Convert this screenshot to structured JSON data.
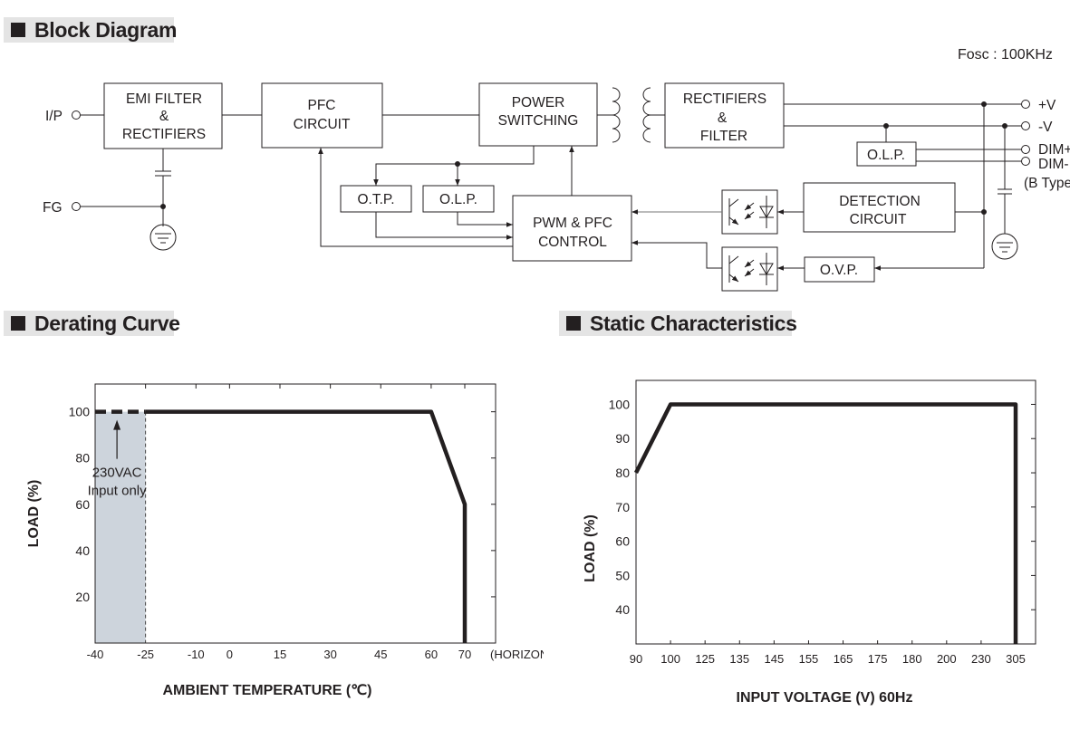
{
  "sections": {
    "block_diagram": "Block Diagram",
    "derating_curve": "Derating Curve",
    "static_characteristics": "Static Characteristics"
  },
  "block_diagram": {
    "fosc": "Fosc : 100KHz",
    "terminals": {
      "ip": "I/P",
      "fg": "FG",
      "vplus": "+V",
      "vminus": "-V",
      "dimplus": "DIM+",
      "dimminus": "DIM-",
      "btype": "(B Type)"
    },
    "blocks": {
      "emi": [
        "EMI FILTER",
        "&",
        "RECTIFIERS"
      ],
      "pfc": [
        "PFC",
        "CIRCUIT"
      ],
      "power": [
        "POWER",
        "SWITCHING"
      ],
      "rect": [
        "RECTIFIERS",
        "&",
        "FILTER"
      ],
      "otp": "O.T.P.",
      "olp_left": "O.L.P.",
      "pwm": [
        "PWM & PFC",
        "CONTROL"
      ],
      "olp_right": "O.L.P.",
      "detection": [
        "DETECTION",
        "CIRCUIT"
      ],
      "ovp": "O.V.P."
    }
  },
  "chart_data": [
    {
      "type": "line",
      "ylabel": "LOAD (%)",
      "xlabel": "AMBIENT TEMPERATURE (℃)",
      "x_axis_note": "(HORIZONTAL)",
      "x_ticks": [
        "-40",
        "-25",
        "-10",
        "0",
        "15",
        "30",
        "45",
        "60",
        "70"
      ],
      "y_ticks": [
        "20",
        "40",
        "60",
        "80",
        "100"
      ],
      "annotation": [
        "230VAC",
        "Input only"
      ],
      "series": [
        {
          "style": "dashed",
          "points": [
            [
              -40,
              100
            ],
            [
              -25,
              100
            ]
          ]
        },
        {
          "style": "solid",
          "points": [
            [
              -25,
              100
            ],
            [
              60,
              100
            ],
            [
              70,
              60
            ],
            [
              70,
              0
            ]
          ]
        }
      ],
      "shaded_region": {
        "x": [
          -40,
          -25
        ]
      },
      "ylim": [
        0,
        112
      ]
    },
    {
      "type": "line",
      "ylabel": "LOAD (%)",
      "xlabel": "INPUT VOLTAGE (V) 60Hz",
      "x_ticks": [
        "90",
        "100",
        "125",
        "135",
        "145",
        "155",
        "165",
        "175",
        "180",
        "200",
        "230",
        "305"
      ],
      "y_ticks": [
        "40",
        "50",
        "60",
        "70",
        "80",
        "90",
        "100"
      ],
      "series": [
        {
          "style": "solid",
          "points": [
            [
              "90",
              80
            ],
            [
              "100",
              100
            ],
            [
              "305",
              100
            ],
            [
              "305",
              30
            ]
          ]
        }
      ],
      "ylim": [
        30,
        107
      ]
    }
  ]
}
